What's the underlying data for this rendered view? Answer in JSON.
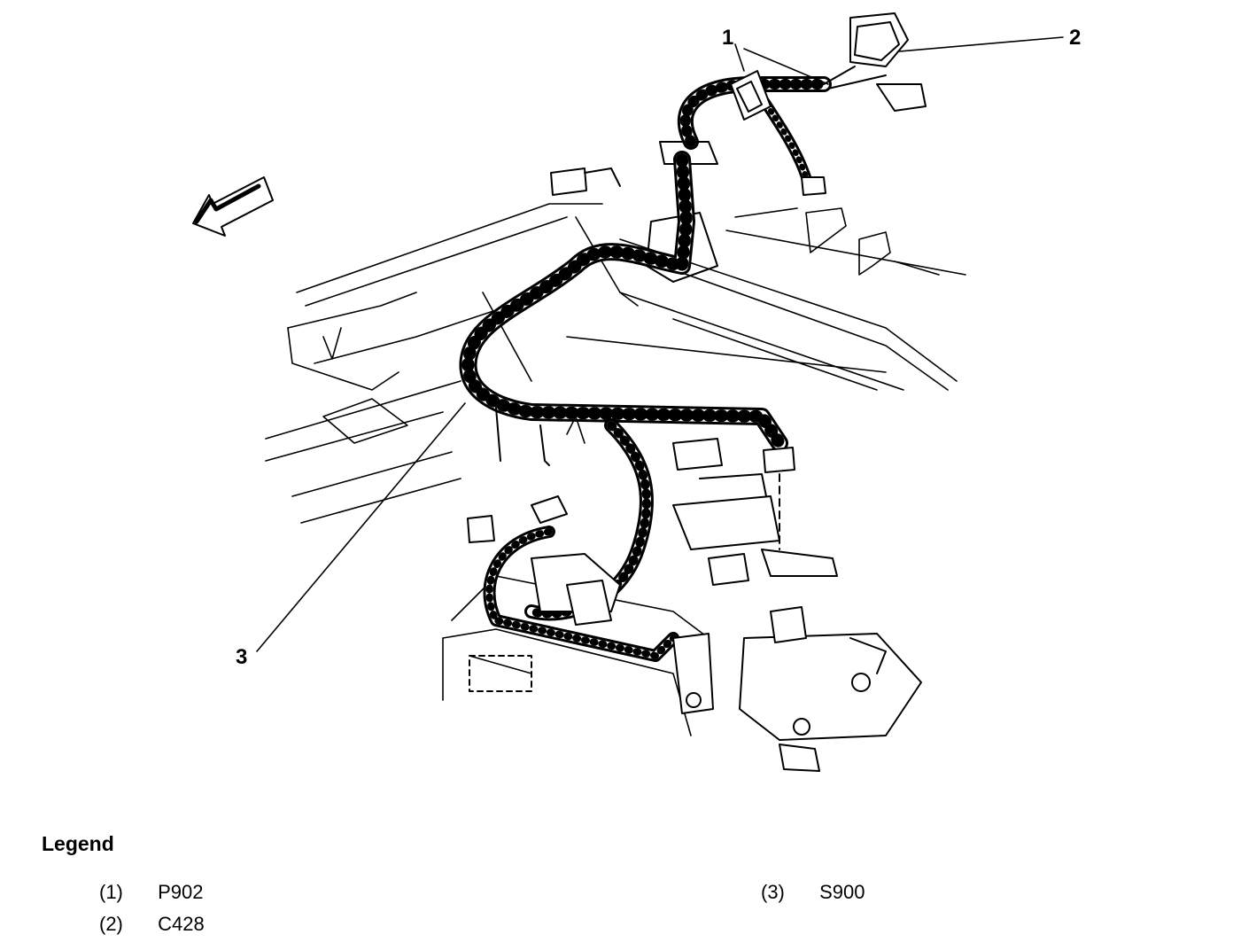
{
  "callouts": [
    {
      "number": "1"
    },
    {
      "number": "2"
    },
    {
      "number": "3"
    }
  ],
  "legend": {
    "title": "Legend",
    "items": [
      {
        "number": "(1)",
        "label": "P902"
      },
      {
        "number": "(2)",
        "label": "C428"
      },
      {
        "number": "(3)",
        "label": "S900"
      }
    ]
  }
}
